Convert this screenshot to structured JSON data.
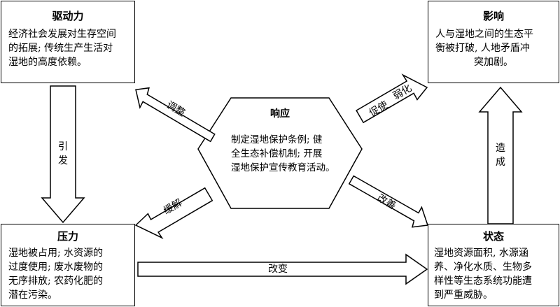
{
  "nodes": {
    "driving_force": {
      "title": "驱动力",
      "lines": [
        "经济社会发展对生存空间",
        "的拓展; 传统生产生活对",
        "湿地的高度依赖。"
      ]
    },
    "impact": {
      "title": "影响",
      "lines": [
        "人与湿地之间的生态平",
        "衡被打破, 人地矛盾冲",
        "突加剧。"
      ]
    },
    "response": {
      "title": "响应",
      "lines": [
        "制定湿地保护条例; 健",
        "全生态补偿机制; 开展",
        "湿地保护宣传教育活动。"
      ]
    },
    "pressure": {
      "title": "压力",
      "lines": [
        "湿地被占用; 水资源的",
        "过度使用; 废水废物的",
        "无序排放; 农药化肥的",
        "潜在污染。"
      ]
    },
    "state": {
      "title": "状态",
      "lines": [
        "湿地资源面积, 水源涵",
        "养、净化水质、生物多",
        "样性等生态系统功能遭",
        "到严重威胁。"
      ]
    }
  },
  "edges": {
    "induce": [
      "引",
      "发"
    ],
    "cause": [
      "造",
      "成"
    ],
    "adjust": "调整",
    "promote": "促使",
    "weaken": "弱化",
    "relieve": "缓解",
    "improve": "改善",
    "change": "改变"
  }
}
